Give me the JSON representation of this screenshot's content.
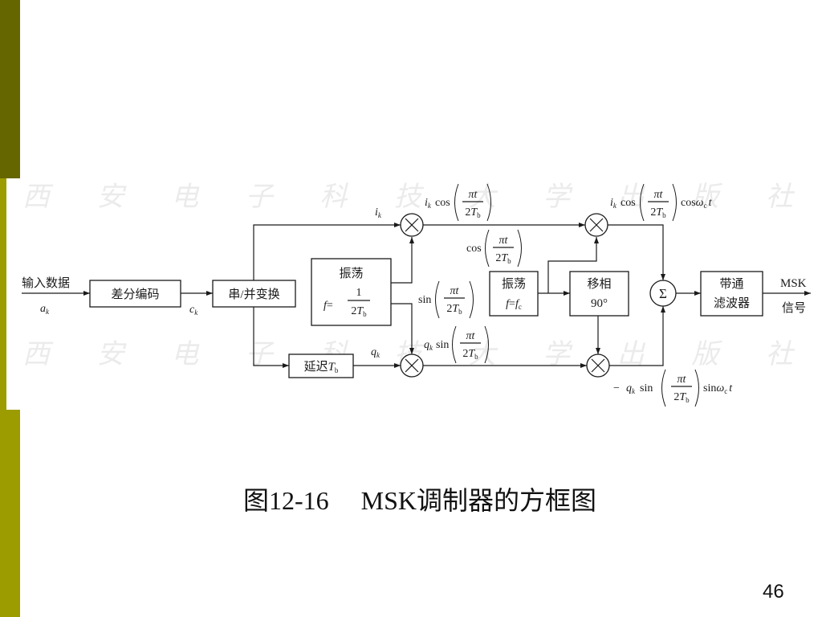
{
  "theme": {
    "bar_dark": "#666600",
    "bar_light": "#9c9c00"
  },
  "slide": {
    "caption": "图12-16     MSK调制器的方框图",
    "page_number": "46"
  },
  "diagram": {
    "watermark": "西安电子科技大学出版社",
    "input": {
      "label": "输入数据",
      "symbol": "a",
      "sub": "k"
    },
    "diff_encoder": "差分编码",
    "encoded": {
      "symbol": "c",
      "sub": "k"
    },
    "serial_to_parallel": "串/并变换",
    "i_branch": {
      "symbol": "i",
      "sub": "k"
    },
    "q_branch": {
      "symbol": "q",
      "sub": "k"
    },
    "delay": {
      "label": "延迟",
      "symbol": "T",
      "sub": "b"
    },
    "oscillator_1": {
      "title": "振荡",
      "var": "f",
      "eq": "=",
      "num": "1",
      "den": "2",
      "den_symbol": "T",
      "den_sub": "b"
    },
    "oscillator_2": {
      "title": "振荡",
      "var": "f",
      "eq": "=",
      "symbol": "f",
      "sub": "c"
    },
    "phase_shifter": {
      "title": "移相",
      "value": "90°"
    },
    "summer": "Σ",
    "bandpass_filter": {
      "line1": "带通",
      "line2": "滤波器"
    },
    "output": {
      "line1": "MSK",
      "line2": "信号"
    },
    "arg": {
      "num": "πt",
      "den": "2",
      "den_symbol": "T",
      "den_sub": "b"
    },
    "expr_top_left": {
      "coef": "i",
      "coef_sub": "k",
      "func": "cos"
    },
    "expr_top_right": {
      "coef": "i",
      "coef_sub": "k",
      "func": "cos",
      "carrier_func": "cos",
      "carrier_symbol": "ω",
      "carrier_sub": "c",
      "carrier_var": "t"
    },
    "label_cos": {
      "func": "cos"
    },
    "label_sin": {
      "func": "sin"
    },
    "expr_bottom_left": {
      "coef": "q",
      "coef_sub": "k",
      "func": "sin"
    },
    "expr_bottom_right": {
      "sign": "−",
      "coef": "q",
      "coef_sub": "k",
      "func": "sin",
      "carrier_func": "sin",
      "carrier_symbol": "ω",
      "carrier_sub": "c",
      "carrier_var": "t"
    }
  }
}
